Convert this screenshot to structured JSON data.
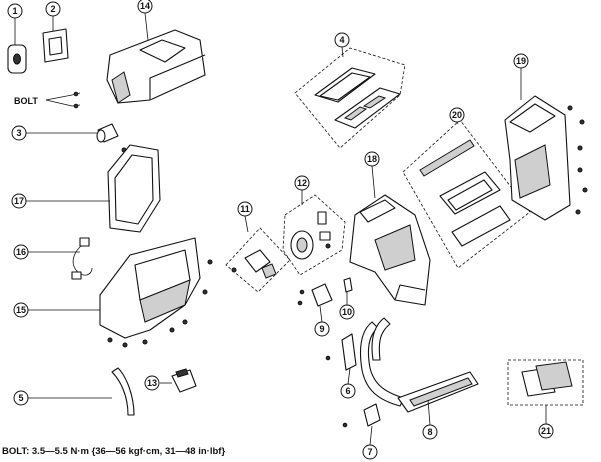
{
  "bolt_label": "BOLT",
  "footnote": "BOLT: 3.5—5.5 N·m {36—56 kgf·cm, 31—48 in·lbf}",
  "callouts": [
    "1",
    "2",
    "3",
    "4",
    "5",
    "6",
    "7",
    "8",
    "9",
    "10",
    "11",
    "12",
    "13",
    "14",
    "15",
    "16",
    "17",
    "18",
    "19",
    "20",
    "21"
  ]
}
